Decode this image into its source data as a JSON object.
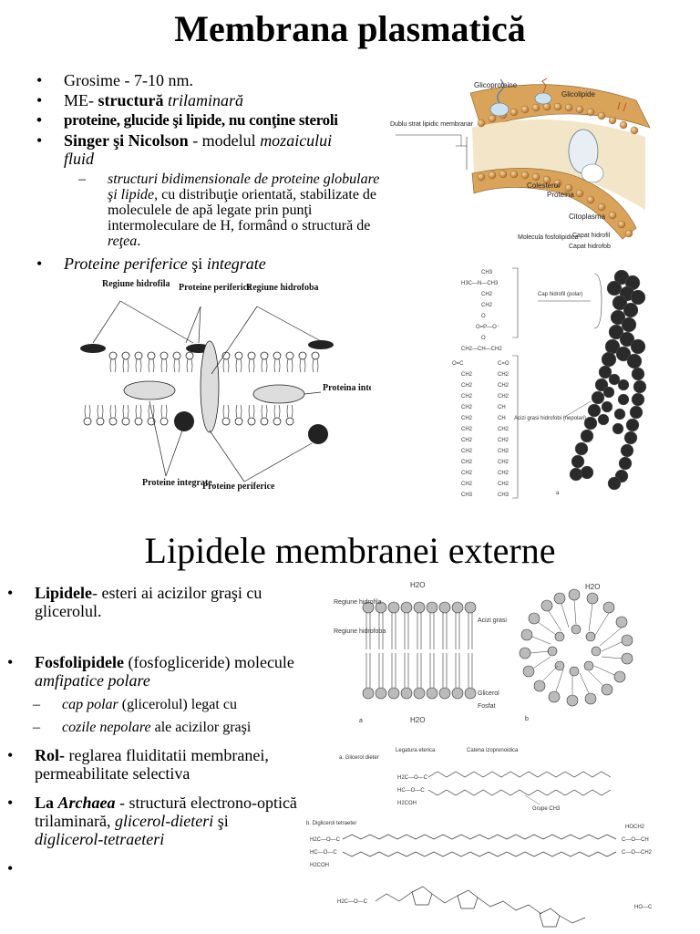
{
  "section1": {
    "title": "Membrana plasmatică",
    "b1": "Grosime - 7-10 nm.",
    "b2_pre": "ME- ",
    "b2_bold": "structură ",
    "b2_it": "trilaminară",
    "b3": "proteine, glucide şi lipide, nu conţine steroli",
    "b4_bold": "Singer şi Nicolson",
    "b4_mid": " - modelul ",
    "b4_it": "mozaicului fluid",
    "sub_it": "structuri bidimensionale de proteine globulare şi lipide",
    "sub_rest": ", cu distribuţie orientată, stabilizate de moleculele de apă legate prin punţi intermoleculare de H, formând o structură de ",
    "sub_it2": "reţea",
    "sub_end": ".",
    "b5_it1": "Proteine periferice",
    "b5_mid": " şi ",
    "b5_it2": "integrate"
  },
  "fig_membrane3d": {
    "glicoproteine": "Glicoproteine",
    "glicolipide": "Glicolipide",
    "dublu_strat": "Dublu strat lipidic membranar",
    "colesterol": "Colesterol",
    "proteina": "Proteina",
    "citoplasma": "Citoplasma",
    "molecula": "Molecula fosfolipidica",
    "capat_hidrofil": "Capat hidrofil",
    "capat_hidrofob": "Capat hidrofob"
  },
  "fig_mosaic": {
    "regiune_hidrofila": "Regiune hidrofila",
    "proteine_periferice": "Proteine periferice",
    "regiune_hidrofoba": "Regiune hidrofoba",
    "proteina_integrata": "Proteina integrata",
    "proteine_integrate": "Proteine integrate",
    "proteine_periferice2": "Proteine periferice"
  },
  "fig_phospholipid": {
    "cap_hidrofil": "Cap hidrofil (polar)",
    "acizi_grasi": "Acizi grasi hidrofobi (nepolari)",
    "letter": "a"
  },
  "section2": {
    "title": "Lipidele membranei externe",
    "b1_bold": "Lipidele",
    "b1_rest": "- esteri ai acizilor graşi cu glicerolul.",
    "b2_bold": "Fosfolipidele",
    "b2_rest": " (fosfogliceride) molecule ",
    "b2_it": "amfipatice polare",
    "s1_it": "cap polar",
    "s1_rest": " (glicerolul) legat cu",
    "s2_it": "cozile nepolare",
    "s2_rest": " ale acizilor graşi",
    "b3_bold": "Rol-",
    "b3_rest": " reglarea fluiditatii membranei, permeabilitate selectiva",
    "b4_bold": "La ",
    "b4_boldit": "Archaea",
    "b4_mid": " - structură electrono-optică trilaminară, ",
    "b4_it1": "glicerol-dieteri",
    "b4_mid2": " şi ",
    "b4_it2": "diglicerol-tetraeteri"
  },
  "fig_bilayer": {
    "h2o_top": "H2O",
    "h2o_bottom": "H2O",
    "regiune_hidrofila": "Regiune hidrofila",
    "regiune_hidrofoba": "Regiune hidrofoba",
    "acizi_grasi": "Acizi grasi",
    "glicerol": "Glicerol",
    "fosfat": "Fosfat",
    "letter_a": "a",
    "letter_b": "b",
    "h2o_micelle": "H2O"
  },
  "fig_archaea": {
    "a_label": "a. Glicerol dieter",
    "legatura": "Legatura eterica",
    "catena": "Catena izoprenoidica",
    "grupe": "Grupe CH3",
    "b_label": "b. Diglicerol tetraeter"
  }
}
